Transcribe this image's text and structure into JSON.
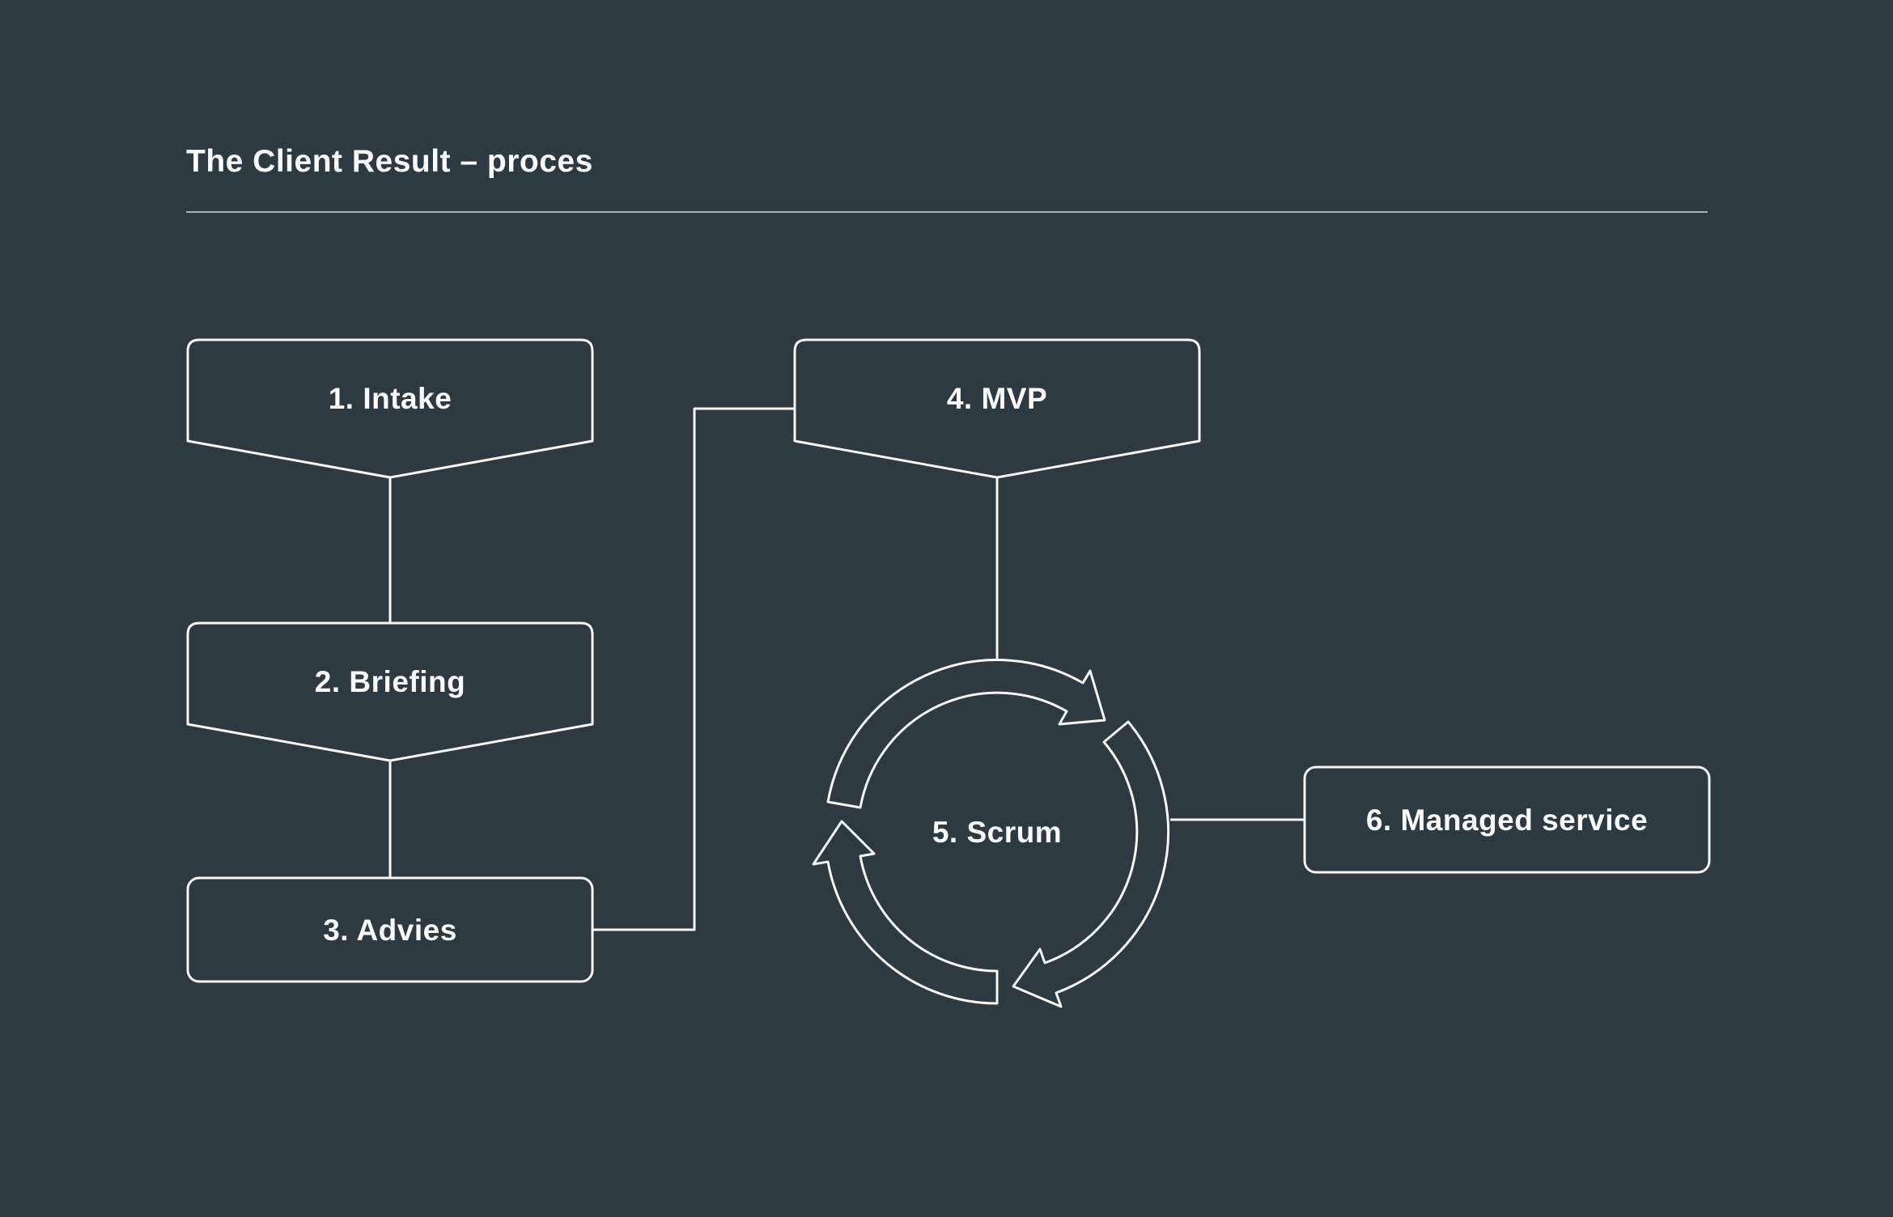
{
  "title": "The Client Result – proces",
  "colors": {
    "background": "#2d3a41",
    "line": "#f6f7f7",
    "text": "#fafbfb"
  },
  "diagram": {
    "type": "flowchart",
    "nodes": [
      {
        "id": "1",
        "label": "1. Intake",
        "shape": "banner-pointed-bottom"
      },
      {
        "id": "2",
        "label": "2. Briefing",
        "shape": "banner-pointed-bottom"
      },
      {
        "id": "3",
        "label": "3. Advies",
        "shape": "rounded-rect"
      },
      {
        "id": "4",
        "label": "4. MVP",
        "shape": "banner-pointed-bottom"
      },
      {
        "id": "5",
        "label": "5. Scrum",
        "shape": "cycle-arrows"
      },
      {
        "id": "6",
        "label": "6. Managed service",
        "shape": "rounded-rect"
      }
    ],
    "edges": [
      {
        "from": "1. Intake",
        "to": "2. Briefing"
      },
      {
        "from": "2. Briefing",
        "to": "3. Advies"
      },
      {
        "from": "3. Advies",
        "to": "4. MVP"
      },
      {
        "from": "4. MVP",
        "to": "5. Scrum"
      },
      {
        "from": "5. Scrum",
        "to": "6. Managed service"
      }
    ]
  }
}
